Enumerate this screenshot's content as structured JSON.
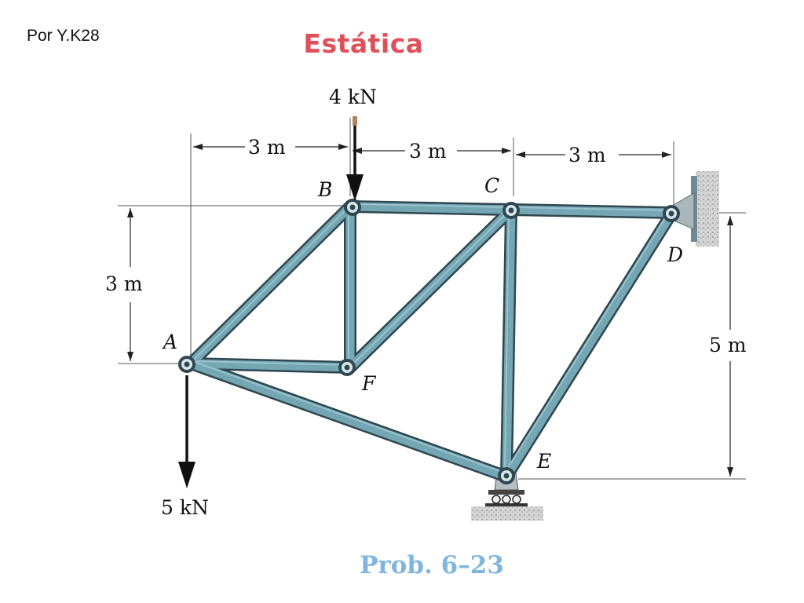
{
  "header": {
    "author": "Por Y.K28",
    "title": "Estática"
  },
  "figure": {
    "caption": "Prob. 6–23",
    "loads": {
      "top": "4 kN",
      "bottom": "5 kN"
    },
    "dimensions": {
      "span_ab": "3 m",
      "span_bc": "3 m",
      "span_cd": "3 m",
      "height_left": "3 m",
      "height_right": "5 m"
    },
    "nodes": {
      "a": "A",
      "b": "B",
      "c": "C",
      "d": "D",
      "e": "E",
      "f": "F"
    }
  },
  "colors": {
    "title": "#e0505a",
    "caption": "#7fb6df",
    "member": "#74a6b3",
    "member_outline": "#2f4750"
  }
}
